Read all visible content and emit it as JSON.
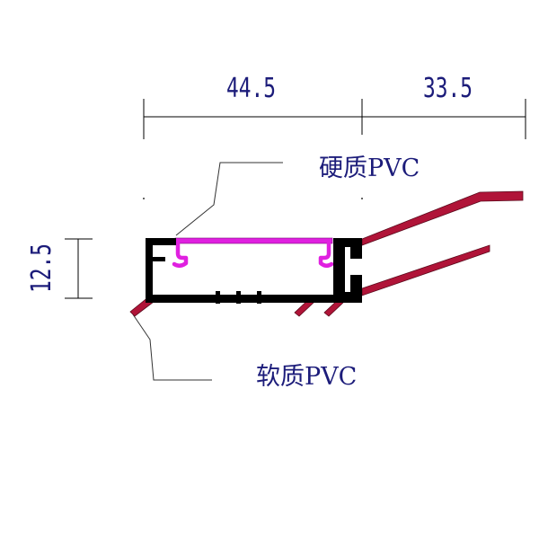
{
  "dimensions": {
    "top_left": "44.5",
    "top_right": "33.5",
    "height": "12.5"
  },
  "labels": {
    "hard_pvc": "硬质PVC",
    "soft_pvc": "软质PVC"
  },
  "materials": {
    "hard_pvc_color": "#e020e0",
    "soft_pvc_color": "#b01438",
    "frame_color": "#000000",
    "text_color": "#1c1c7a"
  }
}
